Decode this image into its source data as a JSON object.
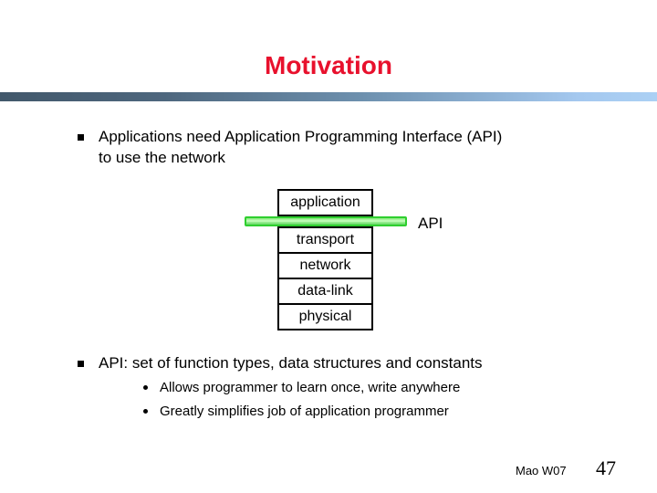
{
  "slide": {
    "title": "Motivation",
    "bullet1": {
      "icon": "square-bullet-icon",
      "lines": [
        "Applications need Application Programming Interface (API)",
        "to use the network"
      ]
    },
    "bullet2": {
      "icon": "square-bullet-icon",
      "text": "API: set of function types, data structures and constants",
      "sub_bullets": [
        {
          "icon": "dot-bullet-icon",
          "text": "Allows programmer to learn once, write anywhere"
        },
        {
          "icon": "dot-bullet-icon",
          "text": "Greatly simplifies job of application programmer"
        }
      ]
    },
    "diagram": {
      "layers": [
        "application",
        "transport",
        "network",
        "data-link",
        "physical"
      ],
      "api_label": "API"
    },
    "footer": {
      "course_label": "Mao W07",
      "page_number": "47"
    },
    "colors": {
      "title_red": "#e8112d",
      "divider_gradient_left": "#42586b",
      "divider_gradient_right": "#a8cbf0",
      "api_bar_border_green": "#2fcf2f",
      "api_bar_fill_green": "#9df095",
      "box_border": "#000000",
      "text": "#000000",
      "background": "#ffffff"
    }
  }
}
